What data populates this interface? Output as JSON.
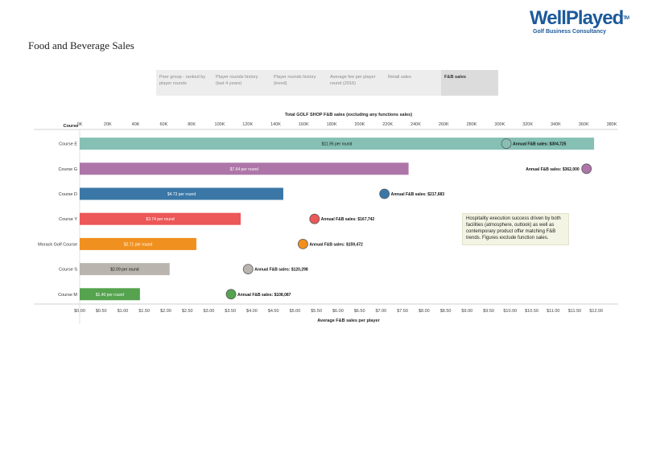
{
  "page": {
    "title": "Food and Beverage Sales"
  },
  "logo": {
    "well": "Well",
    "played": "Played",
    "tm": "TM",
    "subtitle": "Golf Business Consultancy"
  },
  "tabs": [
    {
      "label": "Peer group - ranked by player rounds",
      "active": false
    },
    {
      "label": "Player rounds history (last 4 years)",
      "active": false
    },
    {
      "label": "Player rounds history (trend)",
      "active": false
    },
    {
      "label": "Average fee per player round (2016)",
      "active": false
    },
    {
      "label": "Retail sales",
      "active": false
    },
    {
      "label": "F&B sales",
      "active": true
    }
  ],
  "annotation": "Hospitality execution success driven by both facilities (atmosphere, outlook) as well as contemporary product offer matching F&B trends. Figures exclude function sales.",
  "chart_data": {
    "type": "bar",
    "title": "Total GOLF SHOP F&B sales (excluding any functions sales)",
    "row_header": "Course",
    "xlabel": "Average F&B sales per player",
    "categories": [
      "Course E",
      "Course G",
      "Course D",
      "Course Y",
      "Morack Golf Course",
      "Course S",
      "Course M"
    ],
    "bar_series": {
      "values": [
        11.95,
        7.64,
        4.73,
        3.74,
        2.71,
        2.09,
        1.4
      ],
      "labels": [
        "$11.95 per round",
        "$7.64 per round",
        "$4.73 per round",
        "$3.74 per round",
        "$2.71 per round",
        "$2.09 per round",
        "$1.40 per round"
      ],
      "colors": [
        "#86c0b5",
        "#ad75a8",
        "#3a77a6",
        "#ec5757",
        "#f0901f",
        "#b9b5ae",
        "#55a34e"
      ]
    },
    "circle_series": {
      "values": [
        304725,
        362000,
        217683,
        167742,
        159472,
        120298,
        108087
      ],
      "labels": [
        "Annual F&B sales: $304,725",
        "Annual F&B sales: $362,000",
        "Annual F&B sales: $217,683",
        "Annual F&B sales: $167,742",
        "Annual F&B sales: $159,472",
        "Annual F&B sales: $120,298",
        "Annual F&B sales: $108,087"
      ]
    },
    "top_axis": {
      "range": [
        0,
        380000
      ],
      "ticks": [
        "0K",
        "20K",
        "40K",
        "60K",
        "80K",
        "100K",
        "120K",
        "140K",
        "160K",
        "180K",
        "200K",
        "220K",
        "240K",
        "260K",
        "280K",
        "300K",
        "320K",
        "340K",
        "360K",
        "380K"
      ]
    },
    "bottom_axis": {
      "range": [
        0,
        12.5
      ],
      "ticks": [
        "$0.00",
        "$0.50",
        "$1.00",
        "$1.50",
        "$2.00",
        "$2.50",
        "$3.00",
        "$3.50",
        "$4.00",
        "$4.50",
        "$5.00",
        "$5.50",
        "$6.00",
        "$6.50",
        "$7.00",
        "$7.50",
        "$8.00",
        "$8.50",
        "$9.00",
        "$9.50",
        "$10.00",
        "$10.50",
        "$11.00",
        "$11.50",
        "$12.00"
      ]
    },
    "grid": false,
    "legend": "none"
  }
}
